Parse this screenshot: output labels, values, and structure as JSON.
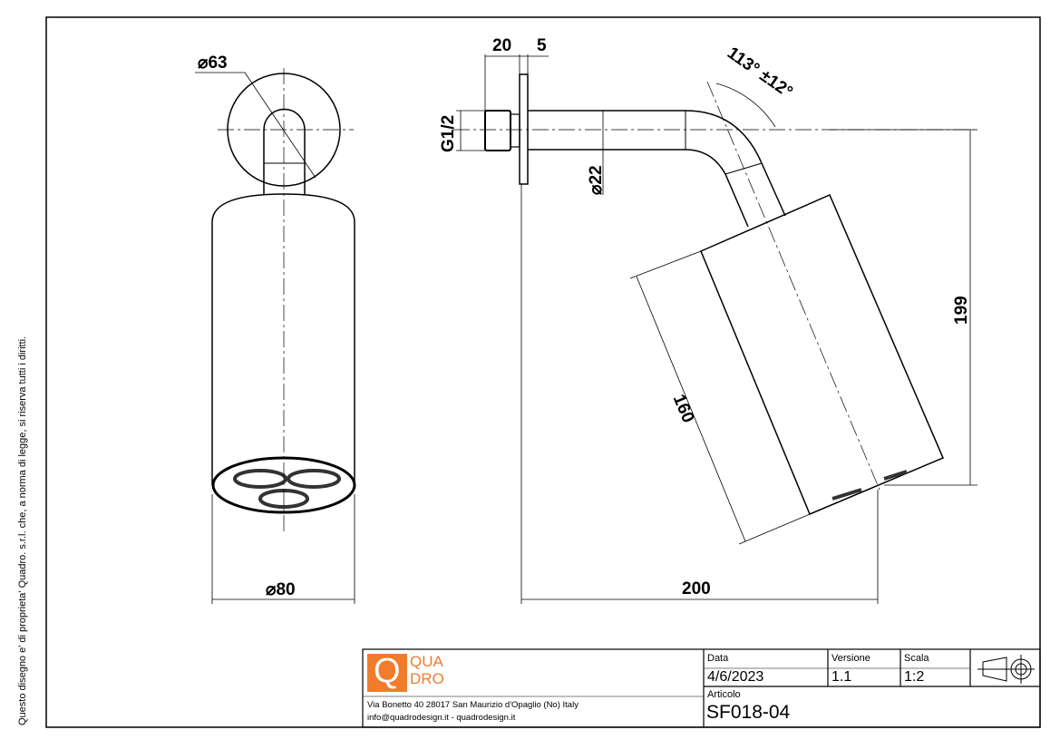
{
  "copyright_note": "Questo disegno e' di proprieta' Quadro. s.r.l. che, a norma di legge, si riserva tutti i diritti.",
  "dimensions": {
    "flange_diameter": "63",
    "body_diameter": "80",
    "thread": "G1/2",
    "thread_length": "20",
    "plate_thickness": "5",
    "pipe_diameter": "22",
    "angle": "113° ±12°",
    "body_length": "160",
    "height": "199",
    "projection": "200",
    "diameter_symbol": "⌀"
  },
  "title_block": {
    "logo_line1": "QUA",
    "logo_line2": "DRO",
    "logo_letter": "Q",
    "address": "Via Bonetto 40  28017 San Maurizio d'Opaglio (No) Italy",
    "contacts": "info@quadrodesign.it  -  quadrodesign.it",
    "date_label": "Data",
    "date_value": "4/6/2023",
    "version_label": "Versione",
    "version_value": "1.1",
    "scale_label": "Scala",
    "scale_value": "1:2",
    "article_label": "Articolo",
    "article_value": "SF018-04",
    "brand_color": "#f07c2c"
  }
}
